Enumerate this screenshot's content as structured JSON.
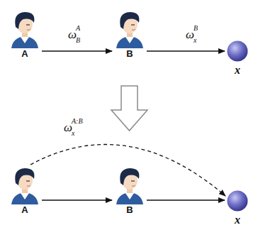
{
  "diagram": {
    "nodes": [
      {
        "text": [
          "A"
        ]
      },
      {
        "text": [
          "B"
        ]
      },
      {
        "text": [
          "x"
        ]
      },
      {
        "text": [
          "A"
        ]
      },
      {
        "text": [
          "B"
        ]
      },
      {
        "text": [
          "x"
        ]
      }
    ],
    "edges": [
      {
        "from": 0,
        "to": 1,
        "arrow": "to",
        "label": "ω"
      },
      {
        "from": 1,
        "to": 2,
        "arrow": "to",
        "label": "ω"
      },
      {
        "from": 3,
        "to": 5,
        "arrow": "to",
        "label": "ω"
      },
      {
        "from": 3,
        "to": 4,
        "arrow": "to"
      },
      {
        "from": 4,
        "to": 5,
        "arrow": "to"
      }
    ],
    "labels": [
      "A",
      "B",
      "B",
      "x",
      "A:B",
      "x"
    ]
  }
}
